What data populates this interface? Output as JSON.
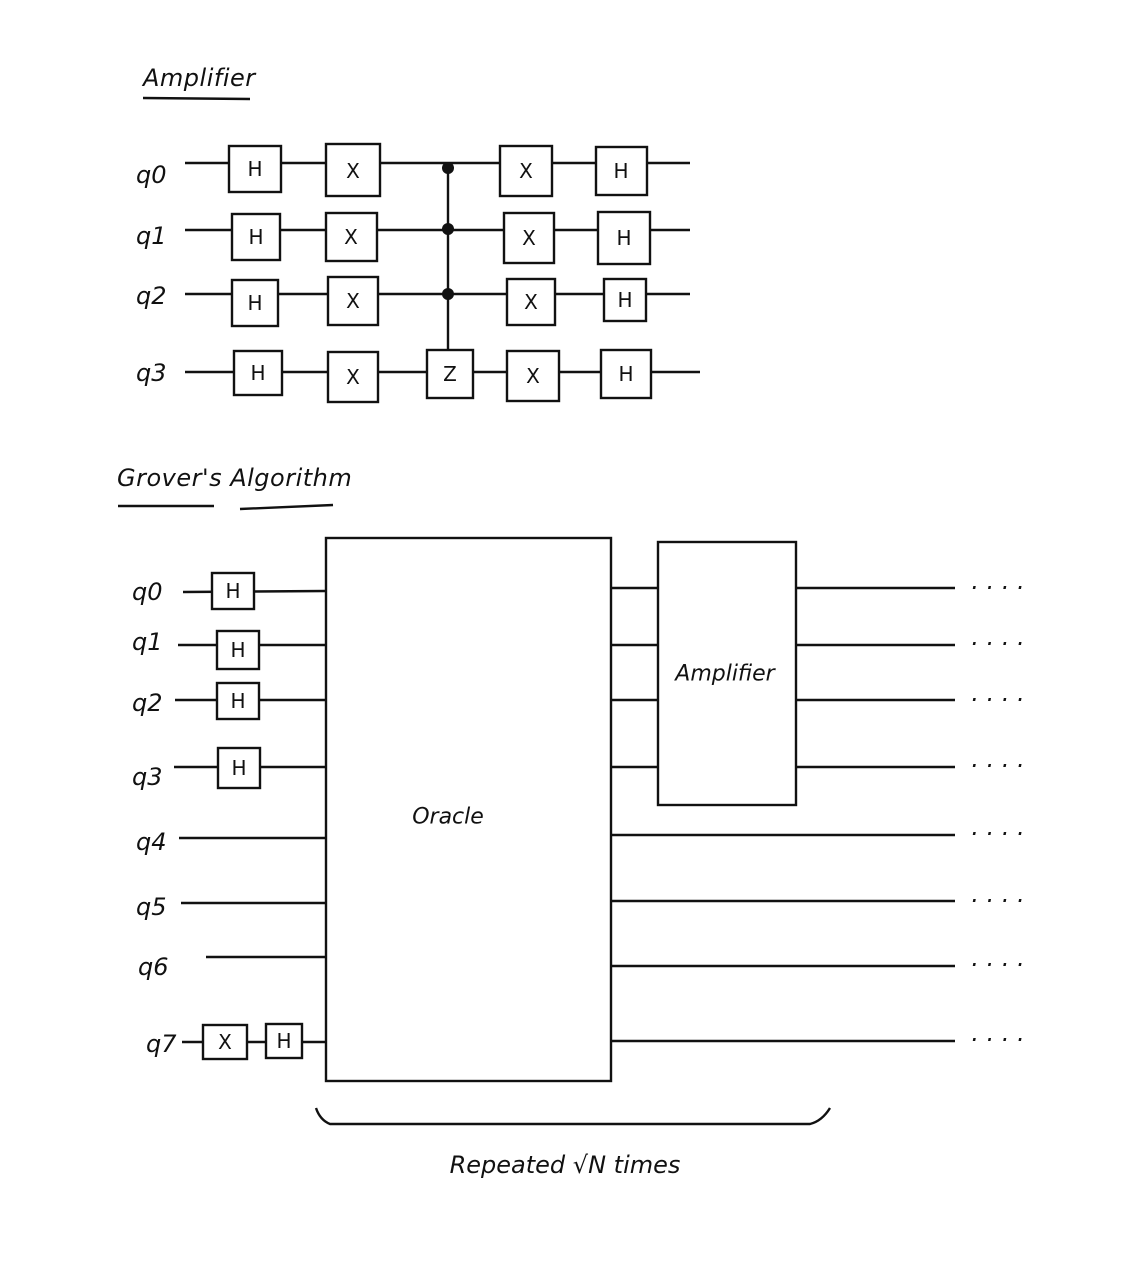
{
  "amplifier": {
    "title": "Amplifier",
    "qubits": [
      {
        "label": "q0"
      },
      {
        "label": "q1"
      },
      {
        "label": "q2"
      },
      {
        "label": "q3"
      }
    ],
    "gates": [
      [
        "H",
        "X",
        "",
        "X",
        "H"
      ],
      [
        "H",
        "X",
        "",
        "X",
        "H"
      ],
      [
        "H",
        "X",
        "",
        "X",
        "H"
      ],
      [
        "H",
        "X",
        "Z",
        "X",
        "H"
      ]
    ],
    "controlled_z": {
      "controls": [
        0,
        1,
        2
      ],
      "target": 3,
      "label": "Z"
    }
  },
  "grover": {
    "title": "Grover's Algorithm",
    "qubits": [
      {
        "label": "q0",
        "gates": [
          "H"
        ]
      },
      {
        "label": "q1",
        "gates": [
          "H"
        ]
      },
      {
        "label": "q2",
        "gates": [
          "H"
        ]
      },
      {
        "label": "q3",
        "gates": [
          "H"
        ]
      },
      {
        "label": "q4",
        "gates": []
      },
      {
        "label": "q5",
        "gates": []
      },
      {
        "label": "q6",
        "gates": []
      },
      {
        "label": "q7",
        "gates": [
          "X",
          "H"
        ]
      }
    ],
    "oracle_label": "Oracle",
    "amplifier_label": "Amplifier",
    "continuation": "· · · ·",
    "repeat_caption": "Repeated √N times"
  }
}
